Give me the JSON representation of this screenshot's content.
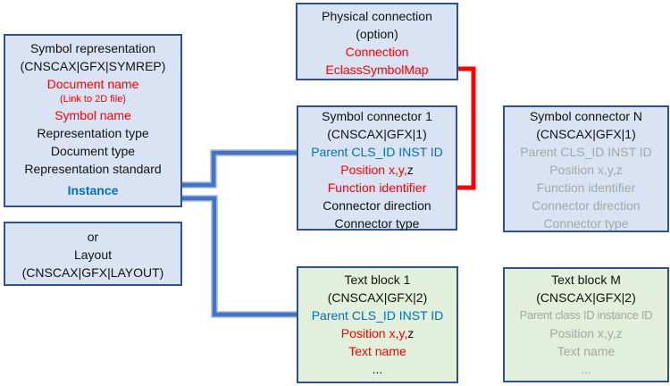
{
  "colors": {
    "canvas_bg": "#ffffff",
    "box_blue_fill": "#dae3f3",
    "box_green_fill": "#e2efda",
    "box_border": "#2f528f",
    "dark_text": "#111111",
    "red_text": "#ff0000",
    "blue_text": "#0070c0",
    "gray_text": "#a6a6a6",
    "arrow_blue": "#4472c4",
    "arrow_halo": "#a6b9e2",
    "arrow_red": "#ff0000"
  },
  "boxes": {
    "symbol_representation": {
      "title": "Symbol representation",
      "code": "(CNSCAX|GFX|SYMREP)",
      "document_name": "Document name",
      "link_note": "(Link to 2D file)",
      "symbol_name": "Symbol name",
      "representation_type": "Representation type",
      "document_type": "Document type",
      "representation_standard": "Representation standard",
      "instance": "Instance"
    },
    "layout_alt": {
      "or_label": "or",
      "title": "Layout",
      "code": "(CNSCAX|GFX|LAYOUT)"
    },
    "physical_connection": {
      "title": "Physical connection",
      "option": "(option)",
      "connection": "Connection",
      "eclass_symbol_map": "EclassSymbolMap"
    },
    "symbol_connector_1": {
      "title": "Symbol connector 1",
      "code": "(CNSCAX|GFX|1)",
      "parent": "Parent CLS_ID INST ID",
      "position_red": "Position x,y,",
      "position_z": "z",
      "function_identifier": "Function identifier",
      "connector_direction": "Connector direction",
      "connector_type": "Connector type"
    },
    "symbol_connector_n": {
      "title": "Symbol connector N",
      "code": "(CNSCAX|GFX|1)",
      "parent": "Parent CLS_ID INST ID",
      "position": "Position x,y,z",
      "function_identifier": "Function identifier",
      "connector_direction": "Connector direction",
      "connector_type": "Connector type"
    },
    "text_block_1": {
      "title": "Text block 1",
      "code": "(CNSCAX|GFX|2)",
      "parent": "Parent CLS_ID INST ID",
      "position_red": "Position x,y,",
      "position_z": "z",
      "text_name": "Text name",
      "ellipsis": "..."
    },
    "text_block_m": {
      "title": "Text block M",
      "code": "(CNSCAX|GFX|2)",
      "parent": "Parent class ID instance ID",
      "position": "Position x,y,z",
      "text_name": "Text name",
      "ellipsis": "..."
    }
  },
  "connectors": [
    {
      "name": "blue-arrow-symbol-connector-parent-to-instance",
      "from": "Symbol connector 1 / Parent CLS_ID INST ID",
      "to": "Symbol representation / Instance",
      "color": "#4472c4"
    },
    {
      "name": "blue-arrow-text-block-parent-to-instance",
      "from": "Text block 1 / Parent CLS_ID INST ID",
      "to": "Symbol representation / Instance",
      "color": "#4472c4"
    },
    {
      "name": "red-double-arrow-function-identifier-eclasssymbolmap",
      "from": "Symbol connector 1 / Function identifier",
      "to": "Physical connection / EclassSymbolMap",
      "color": "#ff0000"
    }
  ]
}
